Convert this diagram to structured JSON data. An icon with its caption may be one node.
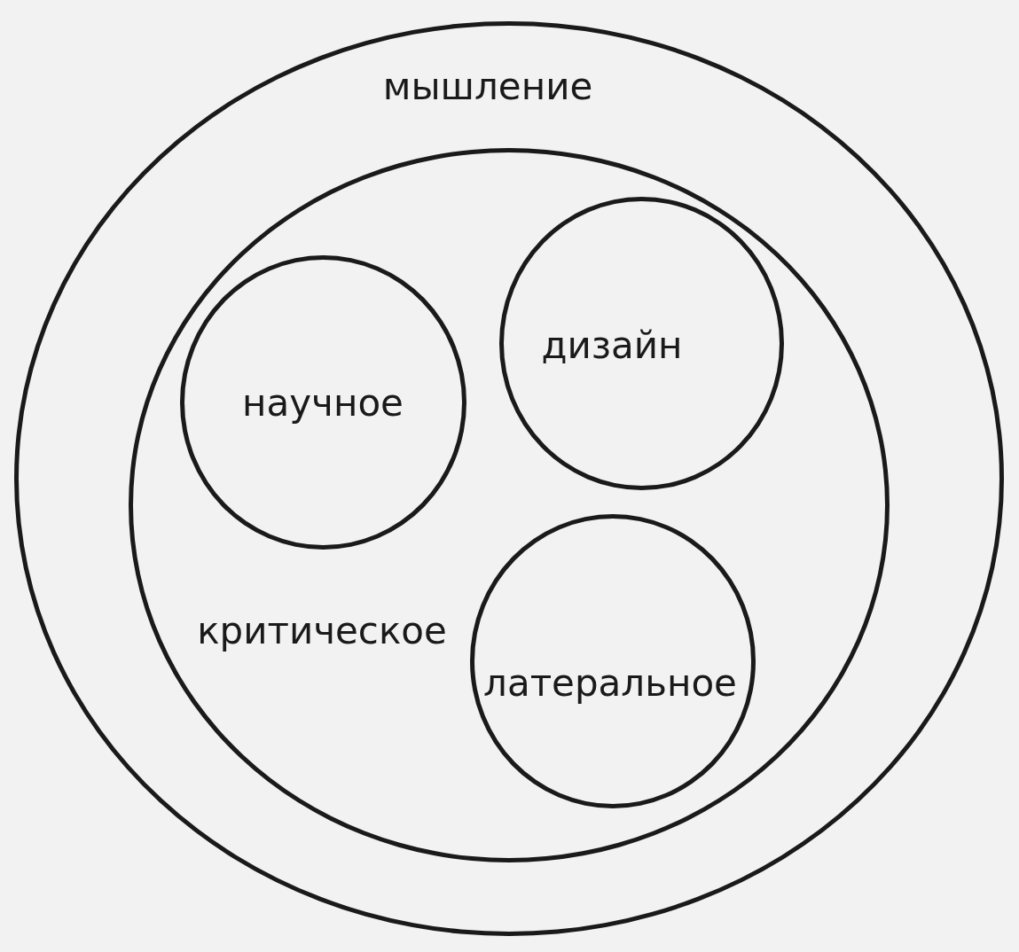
{
  "diagram": {
    "nodes": [
      {
        "text": [
          "мышление"
        ]
      },
      {
        "text": [
          "критическое"
        ],
        "in": 0
      },
      {
        "text": [
          "научное"
        ],
        "in": 1
      },
      {
        "text": [
          "дизайн"
        ],
        "in": 1
      },
      {
        "text": [
          "латеральное"
        ],
        "in": 1
      }
    ]
  }
}
